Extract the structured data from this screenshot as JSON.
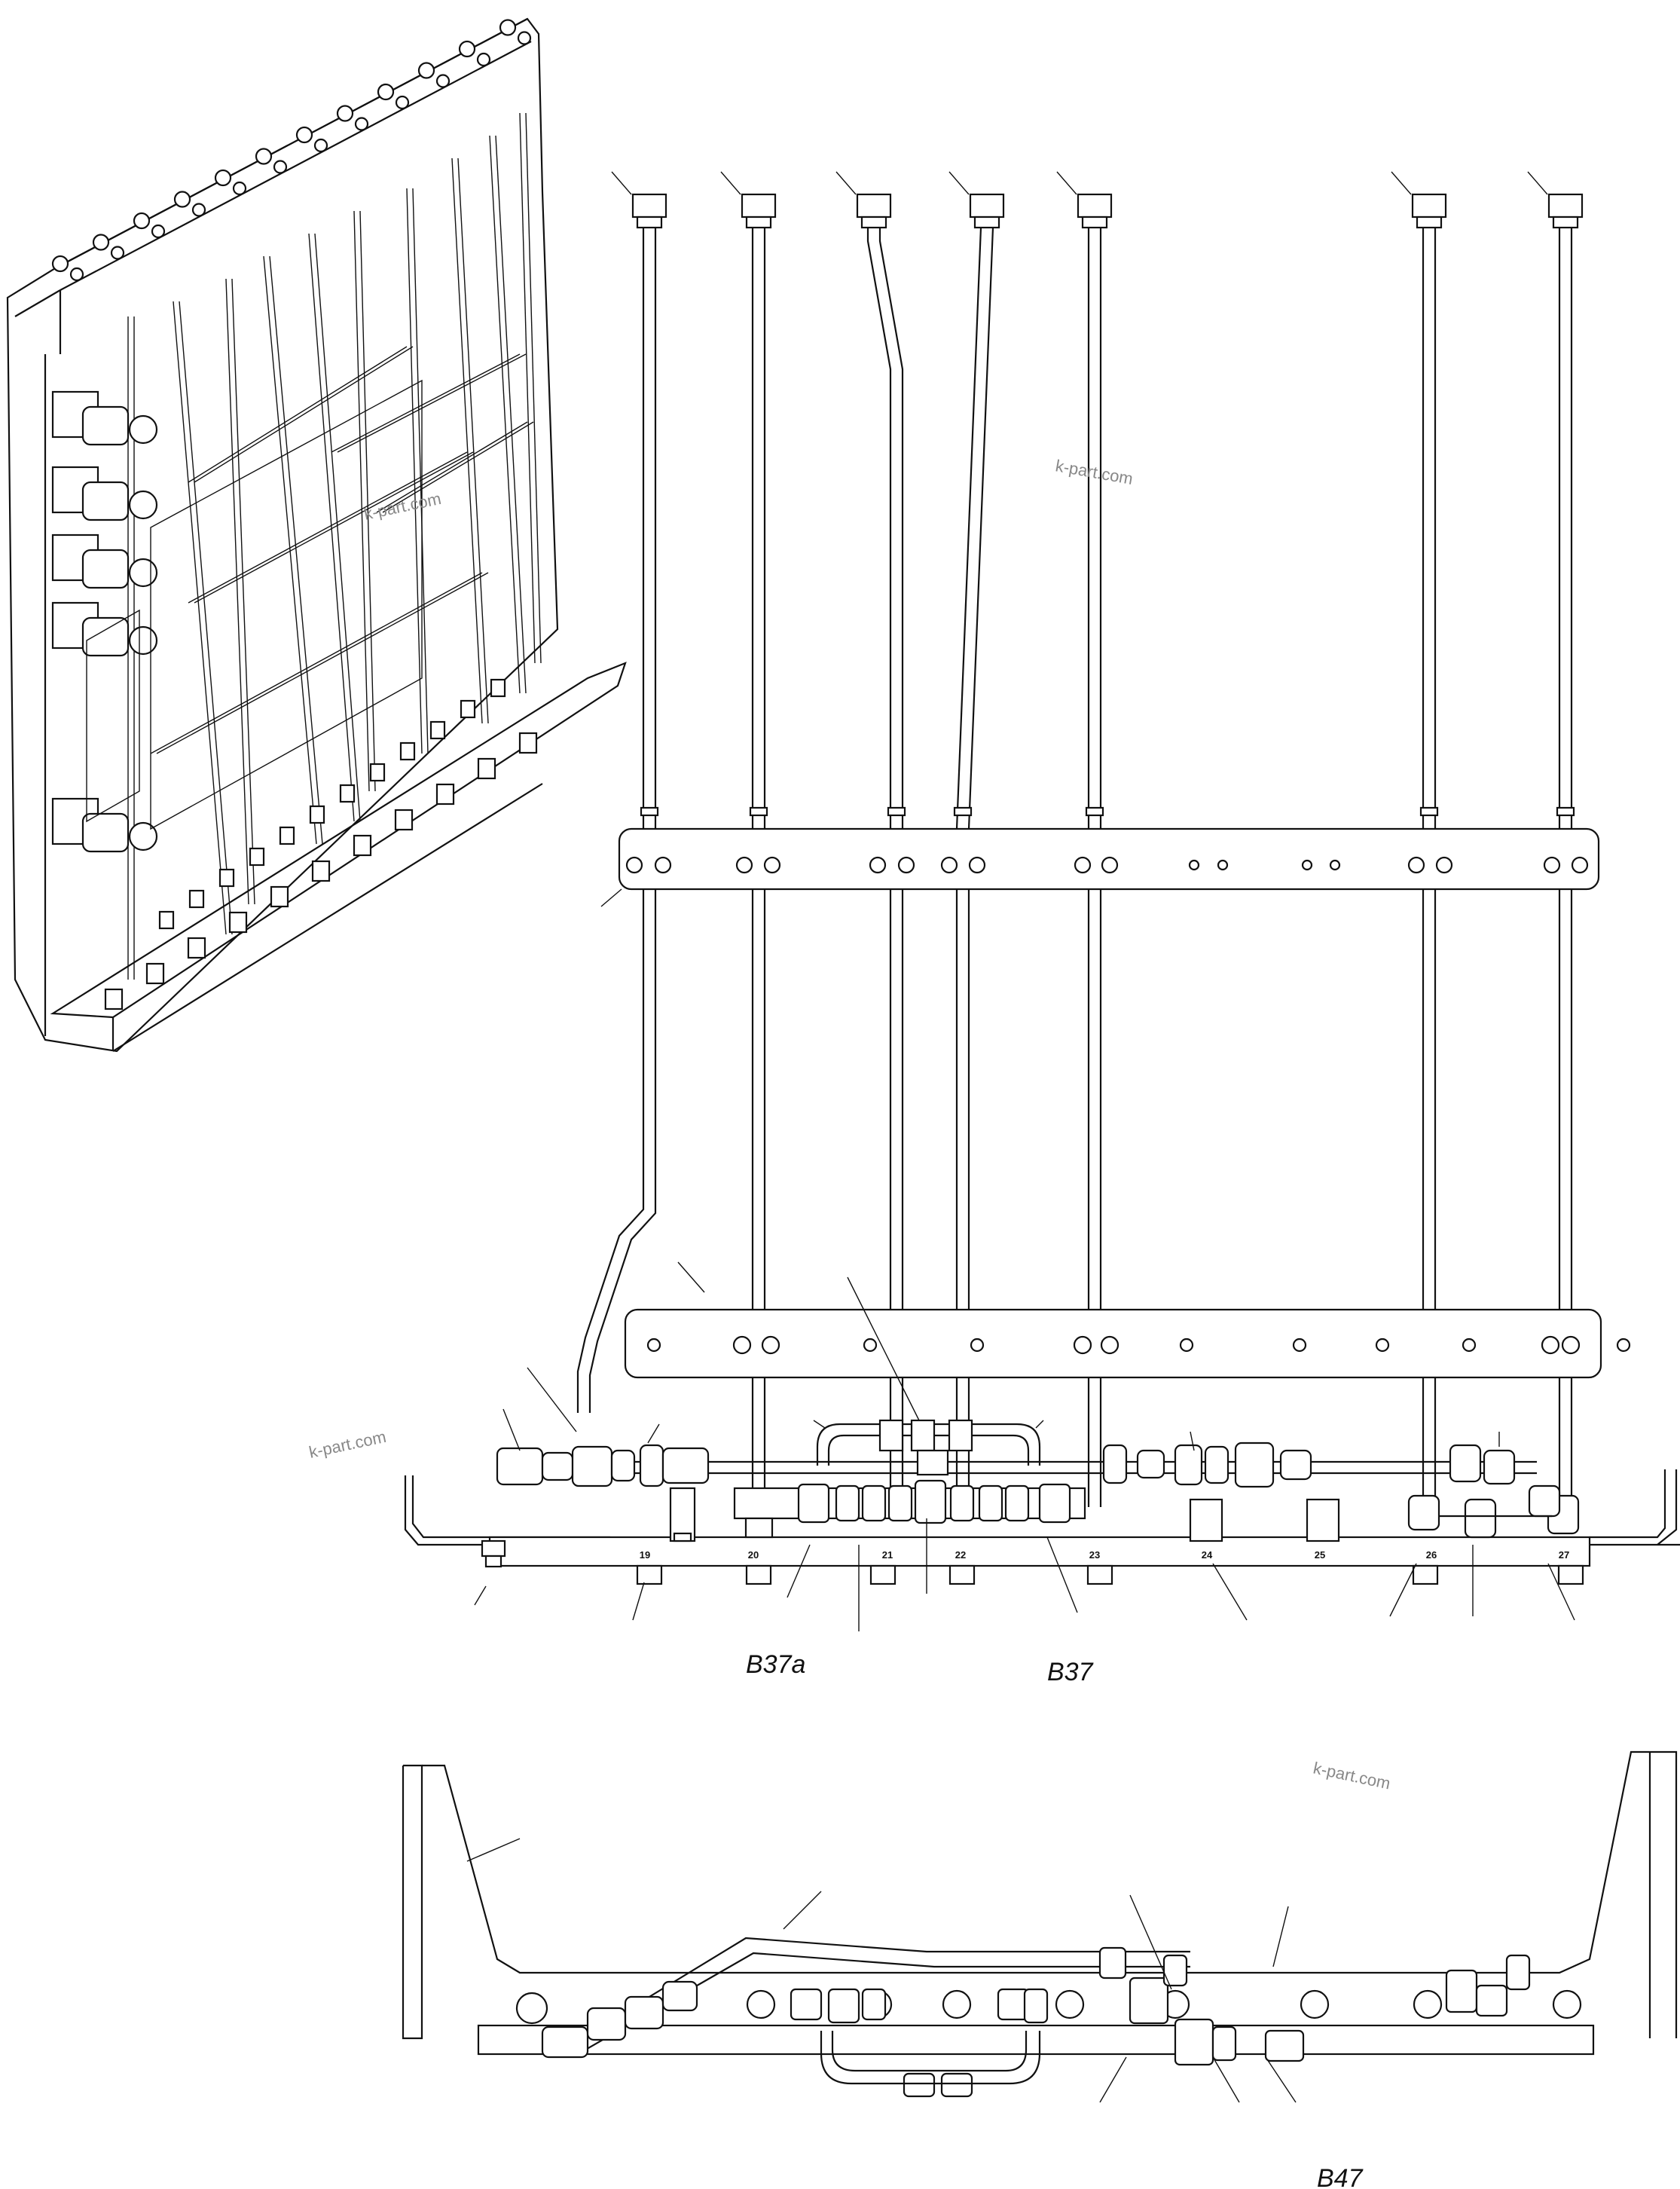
{
  "views": {
    "v1": "B37a",
    "v2": "B37",
    "v3": "B47"
  },
  "port_numbers": [
    "19",
    "20",
    "21",
    "22",
    "23",
    "24",
    "25",
    "26",
    "27"
  ],
  "watermarks": [
    "k-part.com",
    "k-part.com",
    "k-part.com",
    "k-part.com"
  ],
  "colors": {
    "line": "#111111",
    "background": "#ffffff",
    "watermark": "#888888"
  }
}
